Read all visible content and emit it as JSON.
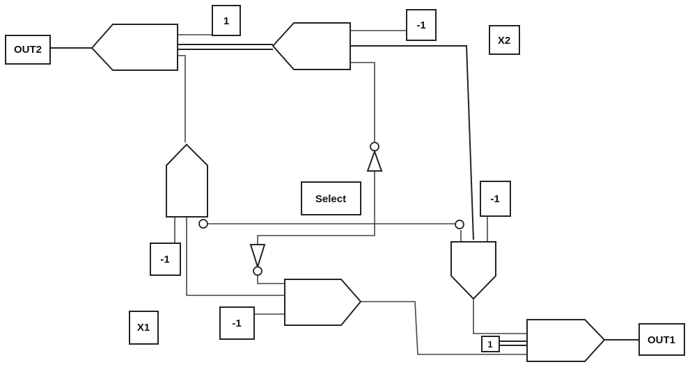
{
  "labels": {
    "out2": "OUT2",
    "out1": "OUT1",
    "x1": "X1",
    "x2": "X2",
    "select": "Select",
    "const_top_1": "1",
    "const_top_neg1": "-1",
    "const_right_neg1": "-1",
    "const_left_neg1": "-1",
    "const_bottom_neg1": "-1",
    "const_bottom_1": "1"
  }
}
